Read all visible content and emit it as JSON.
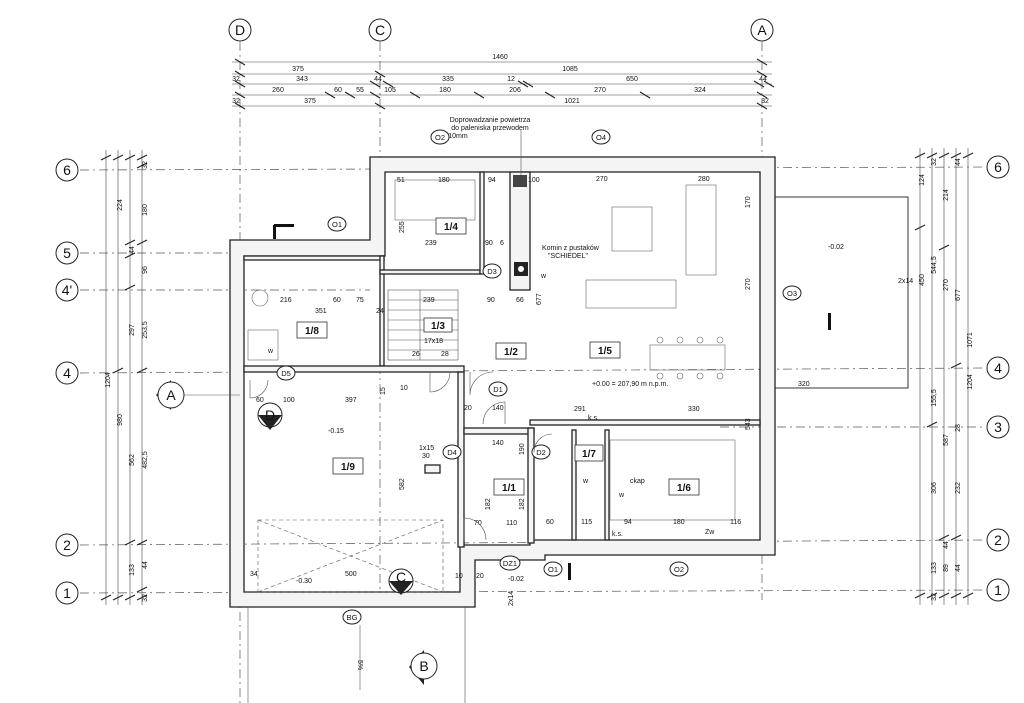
{
  "grid_axes": {
    "vertical": [
      "D",
      "C",
      "A"
    ],
    "horizontal": [
      "6",
      "5",
      "4'",
      "4",
      "3",
      "2",
      "1"
    ]
  },
  "dims_top": {
    "overall": "1460",
    "row2": [
      "375",
      "1085"
    ],
    "row3": [
      "32",
      "343",
      "44",
      "335",
      "12",
      "650",
      "44"
    ],
    "row4": [
      "260",
      "60",
      "55",
      "105",
      "180",
      "206",
      "270",
      "324"
    ],
    "row5": [
      "32",
      "375",
      "1021",
      "32"
    ]
  },
  "dims_left": [
    "32",
    "224",
    "180",
    "44",
    "96",
    "297",
    "253,5",
    "1204",
    "980",
    "482,5",
    "562",
    "133",
    "44",
    "32"
  ],
  "dims_right": [
    "32",
    "124",
    "214",
    "44",
    "450",
    "544,5",
    "270",
    "677",
    "1071",
    "1204",
    "155,5",
    "587",
    "28",
    "306",
    "232",
    "44",
    "89",
    "133",
    "44",
    "32"
  ],
  "rooms": [
    "1/4",
    "1/8",
    "1/3",
    "1/2",
    "1/5",
    "1/9",
    "1/1",
    "1/7",
    "1/6"
  ],
  "doors": [
    "D3",
    "D5",
    "D1",
    "D2",
    "D4",
    "DZ1"
  ],
  "windows": [
    "O1",
    "O2",
    "O4",
    "O3",
    "O1",
    "O2"
  ],
  "sections": [
    "A",
    "B",
    "C",
    "D"
  ],
  "notes": {
    "air_supply": [
      "Doprowadzanie powietrza",
      "do paleniska przewodem",
      "10mm"
    ],
    "chimney": [
      "Komin z pustaków",
      "\"SCHIEDEL\""
    ],
    "level_zero": "+0.00 = 207,90 m n.p.m.",
    "lvl_garage": "-0.15",
    "lvl_front": "-0.30",
    "lvl_entry": "-0.02",
    "lvl_terrace": "-0.02",
    "stair": "17x18",
    "stair_small": "1x15",
    "stair_step_ext": "2x14",
    "stair_step_terr": "2x14",
    "bg": "BG",
    "slope": "5%",
    "gutter": "ckap",
    "ks": "k.s.",
    "zw": "Zw"
  },
  "inner_dims": {
    "r14_top": [
      "51",
      "180",
      "94",
      "100"
    ],
    "r14_side": "255",
    "r14_bottom": [
      "239",
      "90",
      "6"
    ],
    "r15_top": [
      "270",
      "280"
    ],
    "r15_side": [
      "170",
      "270"
    ],
    "r13": [
      "239",
      "90",
      "66",
      "677"
    ],
    "r18": [
      "216",
      "60",
      "75",
      "351"
    ],
    "r18_side": "24",
    "r13_small": [
      "26",
      "28"
    ],
    "r19": [
      "397",
      "60",
      "100",
      "10"
    ],
    "r19_side": "582",
    "r19_bottom": [
      "34",
      "500"
    ],
    "r12": [
      "140",
      "140",
      "291",
      "330",
      "20"
    ],
    "r12_side": "15",
    "r15_mid": "320",
    "hall": [
      "30",
      "190",
      "182",
      "70",
      "110",
      "60",
      "115",
      "94",
      "180",
      "116"
    ],
    "side_543": "543",
    "side_182": "182",
    "sm_20": "20",
    "sm_10": "10",
    "w_label": "w"
  }
}
